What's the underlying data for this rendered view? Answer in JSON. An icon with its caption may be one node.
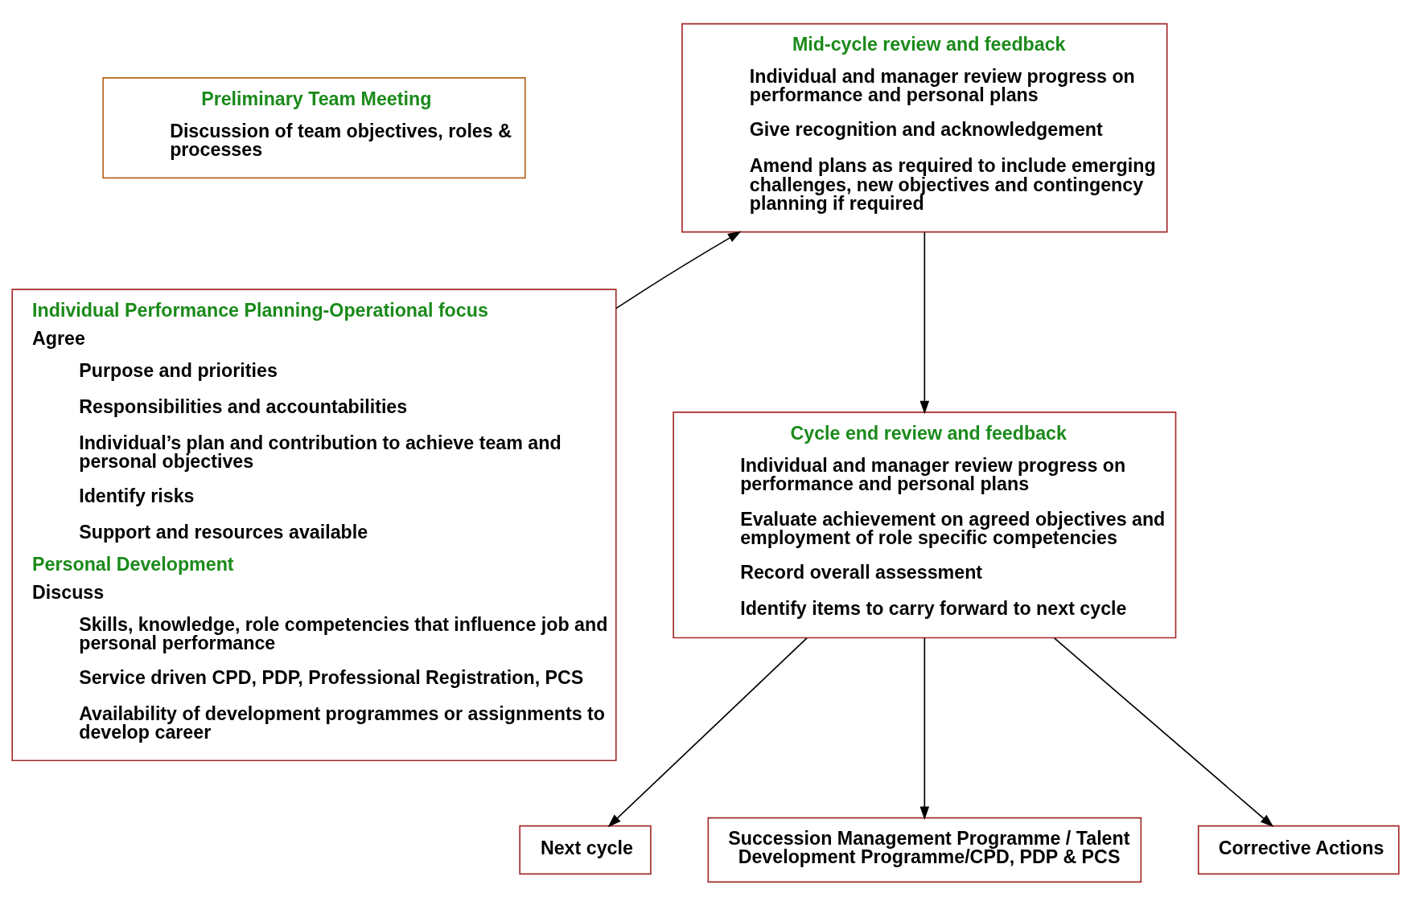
{
  "diagram": {
    "nodes": [
      {
        "text": [
          "Preliminary Team Meeting",
          "Discussion of team objectives, roles & processes"
        ]
      },
      {
        "text": [
          "Individual Performance Planning-Operational focus",
          "Agree",
          "Purpose and priorities",
          "Responsibilities and accountabilities",
          "Individual’s plan and contribution to achieve team and personal objectives",
          "Identify risks",
          "Support and resources available",
          "Personal Development",
          "Discuss",
          "Skills, knowledge, role competencies that influence job and personal performance",
          "Service driven CPD, PDP, Professional Registration, PCS",
          "Availability of development programmes or assignments to develop career"
        ]
      },
      {
        "text": [
          "Mid-cycle review and feedback",
          "Individual and manager review progress on performance and personal plans",
          "Give recognition and acknowledgement",
          "Amend plans as required to include emerging challenges, new objectives and contingency planning if required"
        ]
      },
      {
        "text": [
          "Cycle end review and feedback",
          "Individual and manager review progress on performance and personal plans",
          "Evaluate achievement on agreed objectives and employment of role specific competencies",
          "Record overall assessment",
          "Identify items to carry forward to next cycle"
        ]
      },
      {
        "text": [
          "Next cycle"
        ]
      },
      {
        "text": [
          "Succession Management Programme / Talent Development Programme/CPD, PDP & PCS"
        ]
      },
      {
        "text": [
          "Corrective Actions"
        ]
      }
    ],
    "edges": [
      {
        "from": 1,
        "to": 2,
        "arrow": "to"
      },
      {
        "from": 2,
        "to": 3,
        "arrow": "to"
      },
      {
        "from": 3,
        "to": 4,
        "arrow": "to"
      },
      {
        "from": 3,
        "to": 5,
        "arrow": "to"
      },
      {
        "from": 3,
        "to": 6,
        "arrow": "to"
      }
    ]
  }
}
